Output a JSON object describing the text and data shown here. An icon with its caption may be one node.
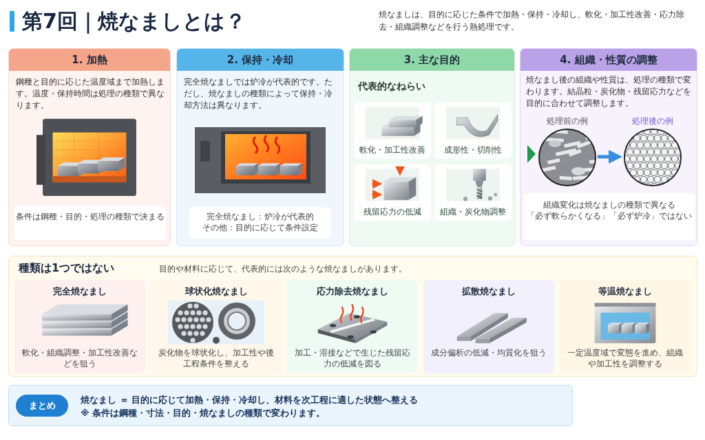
{
  "diagram": {
    "title": "第7回｜焼なましとは？",
    "nodes": [
      {
        "text": [
          "1. 加熱",
          "鋼種と目的に応じた温度域まで加熱します。温度・保持時間は処理の種類で異なります。"
        ]
      },
      {
        "text": [
          "条件は鋼種・目的・処理の種類で決まる"
        ],
        "in": 0
      },
      {
        "text": [
          "2. 保持・冷却",
          "完全焼なましでは炉冷が代表的です。ただし、焼なましの種類によって保持・冷却方法は異なります。"
        ]
      },
      {
        "text": [
          "完全焼なまし：炉冷が代表的",
          "その他：目的に応じて条件設定"
        ],
        "in": 2
      },
      {
        "text": [
          "3. 主な目的",
          "代表的なねらい"
        ]
      },
      {
        "text": [
          "軟化・加工性改善"
        ],
        "in": 4
      },
      {
        "text": [
          "成形性・切削性"
        ],
        "in": 4
      },
      {
        "text": [
          "残留応力の低減"
        ],
        "in": 4
      },
      {
        "text": [
          "組織・炭化物調整"
        ],
        "in": 4
      },
      {
        "text": [
          "4. 組織・性質の調整",
          "焼なまし後の組織や性質は、処理の種類で変わります。結晶粒・炭化物・残留応力などを目的に合わせて調整します。"
        ]
      },
      {
        "text": [],
        "shape": "picture",
        "in": 9,
        "beside": [
          "処理前の例"
        ]
      },
      {
        "text": [],
        "shape": "picture",
        "in": 9,
        "beside": [
          "処理後の例"
        ]
      },
      {
        "text": [
          "組織変化は焼なましの種類で異なる",
          "「必ず軟らかくなる」「必ず炉冷」ではない"
        ],
        "in": 9
      },
      {
        "text": [
          "種類は1つではない",
          "目的や材料に応じて、代表的には次のような焼なましがあります。"
        ]
      },
      {
        "text": [
          "完全焼なまし",
          "軟化・組織調整・加工性改善などを狙う"
        ],
        "in": 13
      },
      {
        "text": [
          "球状化焼なまし",
          "炭化物を球状化し、加工性や後工程条件を整える"
        ],
        "in": 13
      },
      {
        "text": [
          "応力除去焼なまし",
          "加工・溶接などで生じた残留応力の低減を図る"
        ],
        "in": 13
      },
      {
        "text": [
          "拡散焼なまし",
          "成分偏析の低減・均質化を狙う"
        ],
        "in": 13
      },
      {
        "text": [
          "等温焼なまし",
          "一定温度域で変態を進め、組織や加工性を調整する"
        ],
        "in": 13
      },
      {
        "text": [
          "まとめ",
          "焼なまし ＝ 目的に応じて加熱・保持・冷却し、材料を次工程に適した状態へ整える",
          "※ 条件は鋼種・寸法・目的・焼なましの種類で変わります。"
        ]
      }
    ],
    "edges": [
      {
        "from": 10,
        "to": 11,
        "arrow": "to"
      }
    ],
    "labels": [
      "焼なましは、目的に応じた条件で加熱・保持・冷却し、軟化・加工性改善・応力除去・組織調整などを行う熱処理です。"
    ]
  }
}
